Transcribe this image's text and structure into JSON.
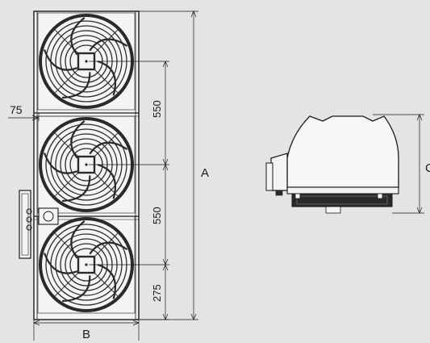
{
  "dimensions": {
    "a": "A",
    "b": "B",
    "c": "C",
    "gap_75": "75",
    "pitch_top": "550",
    "pitch_middle": "550",
    "bottom_offset": "275"
  },
  "colors": {
    "background": "#e4e4e4",
    "housing_fill": "#f4f4f4",
    "line": "#1a1a1a",
    "fan_dark": "#2a2a2a"
  },
  "components": {
    "front_view_fans": 3,
    "side_view": "side-view-unit"
  }
}
